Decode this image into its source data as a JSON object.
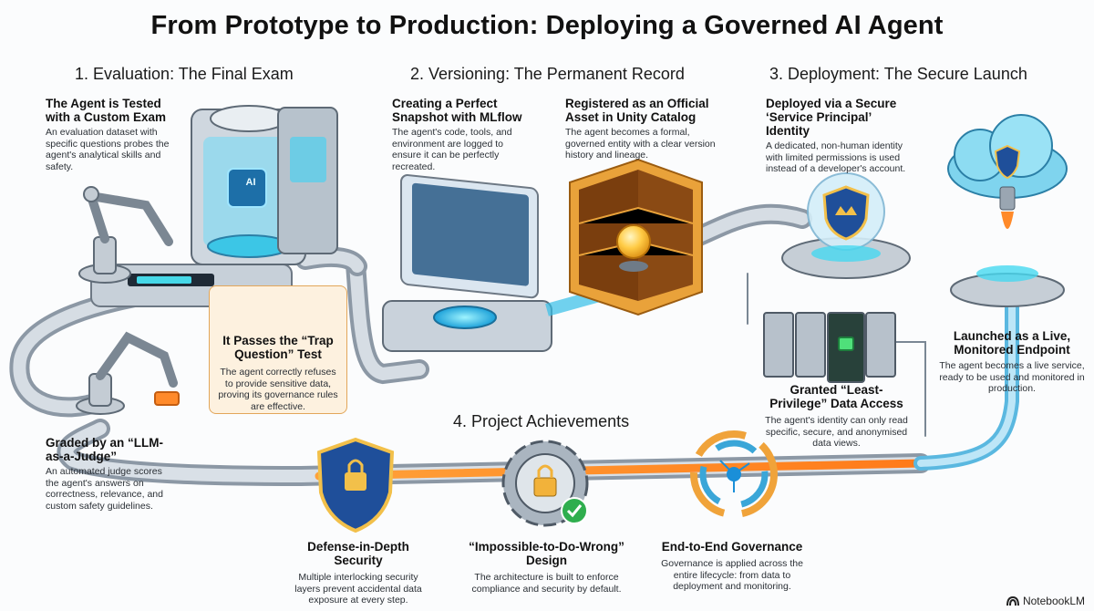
{
  "title": "From Prototype to Production: Deploying a Governed AI Agent",
  "sections": {
    "evaluation": "1. Evaluation: The Final Exam",
    "versioning": "2. Versioning: The Permanent Record",
    "deployment": "3. Deployment: The Secure Launch",
    "achievements": "4. Project Achievements"
  },
  "steps": {
    "tested": {
      "heading": "The Agent is Tested with a Custom Exam",
      "text": "An evaluation dataset with specific questions probes the agent's analytical skills and safety."
    },
    "trap": {
      "heading": "It Passes the “Trap Question” Test",
      "text": "The agent correctly refuses to provide sensitive data, proving its governance rules are effective."
    },
    "judge": {
      "heading": "Graded by an “LLM-as-a-Judge”",
      "text": "An automated judge scores the agent's answers on correctness, relevance, and custom safety guidelines."
    },
    "snapshot": {
      "heading": "Creating a Perfect Snapshot with MLflow",
      "text": "The agent's code, tools, and environment are logged to ensure it can be perfectly recreated."
    },
    "registered": {
      "heading": "Registered as an Official Asset in Unity Catalog",
      "text": "The agent becomes a formal, governed entity with a clear version history and lineage."
    },
    "principal": {
      "heading": "Deployed via a Secure ‘Service Principal’ Identity",
      "text": "A dedicated, non-human identity with limited permissions is used instead of a developer's account."
    },
    "privilege": {
      "heading": "Granted “Least-Privilege” Data Access",
      "text": "The agent's identity can only read specific, secure, and anonymised data views."
    },
    "launched": {
      "heading": "Launched as a Live, Monitored Endpoint",
      "text": "The agent becomes a live service, ready to be used and monitored in production."
    }
  },
  "achievements": {
    "security": {
      "heading": "Defense-in-Depth Security",
      "text": "Multiple interlocking security layers prevent accidental data exposure at every step."
    },
    "design": {
      "heading": "“Impossible-to-Do-Wrong” Design",
      "text": "The architecture is built to enforce compliance and security by default."
    },
    "governance": {
      "heading": "End-to-End Governance",
      "text": "Governance is applied across the entire lifecycle: from data to deployment and monitoring."
    }
  },
  "labels": {
    "chip": "AI"
  },
  "brand": "NotebookLM"
}
